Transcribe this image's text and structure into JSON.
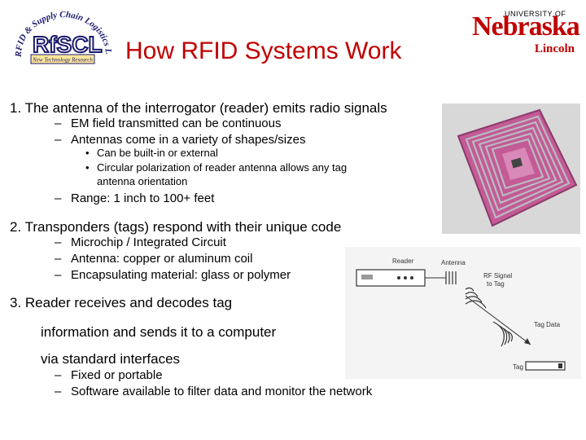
{
  "header": {
    "title": "How RFID Systems Work",
    "rfid_logo": {
      "ring_text": "RFID & Supply Chain Logistics Lab",
      "main_text": "RfSCL",
      "banner_text": "New Technology Research"
    },
    "unl_logo": {
      "university_of": "UNIVERSITY OF",
      "name": "Nebraska",
      "campus": "Lincoln"
    }
  },
  "content": {
    "item1": {
      "text": "1. The antenna of the interrogator (reader) emits radio signals",
      "subitems": [
        "EM field transmitted can be continuous",
        "Antennas come in a variety of shapes/sizes"
      ],
      "subsub": [
        "Can be built-in or external",
        "Circular polarization of reader antenna allows any tag",
        "antenna orientation"
      ],
      "range": "Range: 1 inch to 100+ feet"
    },
    "item2": {
      "text": "2. Transponders (tags) respond with their unique code",
      "subitems": [
        "Microchip / Integrated Circuit",
        "Antenna: copper or aluminum coil",
        "Encapsulating material: glass or polymer"
      ]
    },
    "item3": {
      "lines": [
        "3. Reader receives and decodes tag",
        "information and sends it to a computer",
        "via standard interfaces"
      ],
      "subitems": [
        "Fixed or portable",
        "Software available to filter data and monitor the network"
      ]
    },
    "dash": "–",
    "bullet": "•"
  },
  "diagram": {
    "reader_label": "Reader",
    "antenna_label": "Antenna",
    "rf_signal_label": "RF Signal to Tag",
    "rf_signal_line1": "RF Signal",
    "rf_signal_line2": "to Tag",
    "tag_data_label": "Tag Data",
    "tag_label": "Tag"
  },
  "colors": {
    "title": "#c00000",
    "tag_substrate": "#c45a96",
    "tag_coil": "#b8bcc0"
  }
}
